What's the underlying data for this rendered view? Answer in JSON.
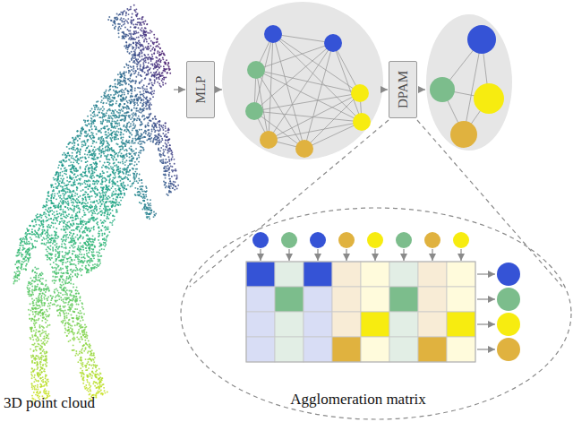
{
  "diagram": {
    "nodes": [
      {
        "text": [
          "MLP"
        ]
      },
      {
        "text": [
          "DPAM"
        ]
      }
    ],
    "labels": [
      "3D point cloud",
      "Agglomeration matrix"
    ]
  }
}
